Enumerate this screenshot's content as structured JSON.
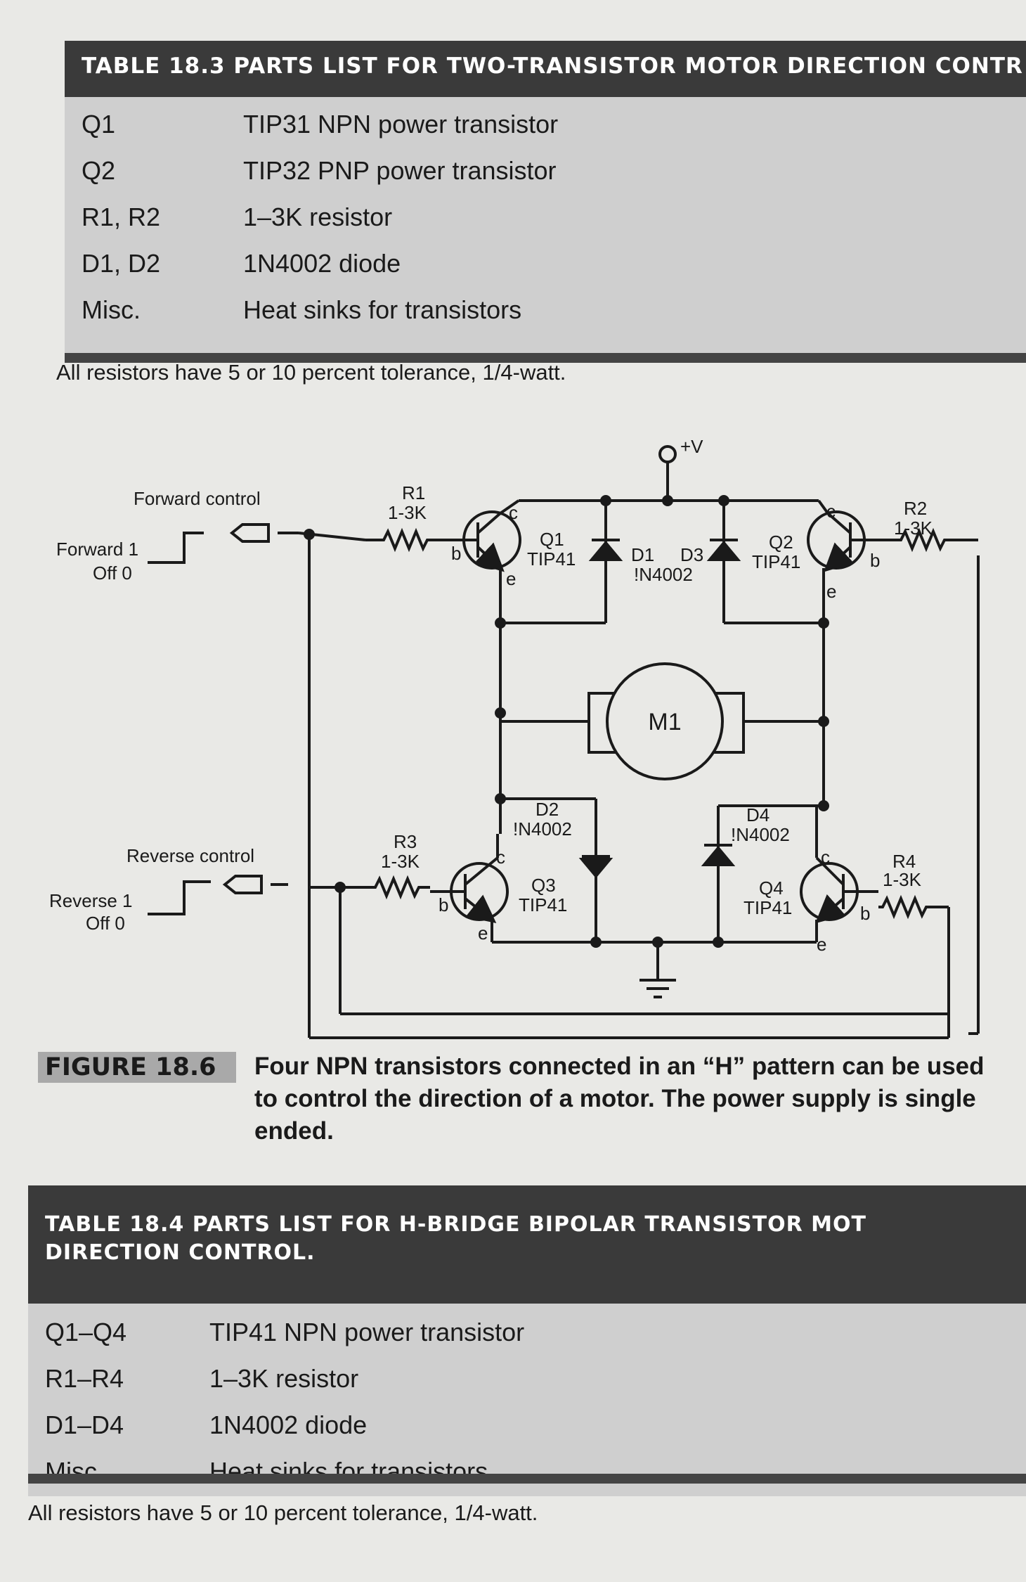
{
  "table1": {
    "title": "TABLE 18.3  PARTS LIST FOR TWO-TRANSISTOR MOTOR DIRECTION CONTR",
    "rows": [
      {
        "code": "Q1",
        "desc": "TIP31 NPN power transistor"
      },
      {
        "code": "Q2",
        "desc": "TIP32 PNP power transistor"
      },
      {
        "code": "R1, R2",
        "desc": "1–3K resistor"
      },
      {
        "code": "D1, D2",
        "desc": "1N4002 diode"
      },
      {
        "code": "Misc.",
        "desc": "Heat sinks for transistors"
      }
    ],
    "note": "All resistors have 5 or 10 percent tolerance, 1/4-watt."
  },
  "circuit": {
    "supply": "+V",
    "forward_control": "Forward control",
    "forward_on": "Forward 1",
    "forward_off": "Off  0",
    "reverse_control": "Reverse control",
    "reverse_on": "Reverse 1",
    "reverse_off": "Off  0",
    "motor": "M1",
    "r1": "R1",
    "r1_val": "1-3K",
    "r2": "R2",
    "r2_val": "1-3K",
    "r3": "R3",
    "r3_val": "1-3K",
    "r4": "R4",
    "r4_val": "1-3K",
    "q1": "Q1",
    "q1_type": "TIP41",
    "q2": "Q2",
    "q2_type": "TIP41",
    "q3": "Q3",
    "q3_type": "TIP41",
    "q4": "Q4",
    "q4_type": "TIP41",
    "d1": "D1",
    "d3": "D3",
    "d13_type": "!N4002",
    "d2": "D2",
    "d2_type": "!N4002",
    "d4": "D4",
    "d4_type": "!N4002",
    "pin_b": "b",
    "pin_c": "c",
    "pin_e": "e"
  },
  "figure": {
    "label": "FIGURE 18.6",
    "caption": "Four NPN transistors connected in an “H” pattern can be used to control the direction of a motor. The power supply is single ended."
  },
  "table2": {
    "title_line1": "TABLE 18.4  PARTS LIST FOR H-BRIDGE BIPOLAR TRANSISTOR MOT",
    "title_line2": "DIRECTION CONTROL.",
    "rows": [
      {
        "code": "Q1–Q4",
        "desc": "TIP41 NPN power transistor"
      },
      {
        "code": "R1–R4",
        "desc": "1–3K resistor"
      },
      {
        "code": "D1–D4",
        "desc": "1N4002 diode"
      },
      {
        "code": "Misc.",
        "desc": "Heat sinks for transistors"
      }
    ],
    "note": "All resistors have 5 or 10 percent tolerance, 1/4-watt."
  }
}
